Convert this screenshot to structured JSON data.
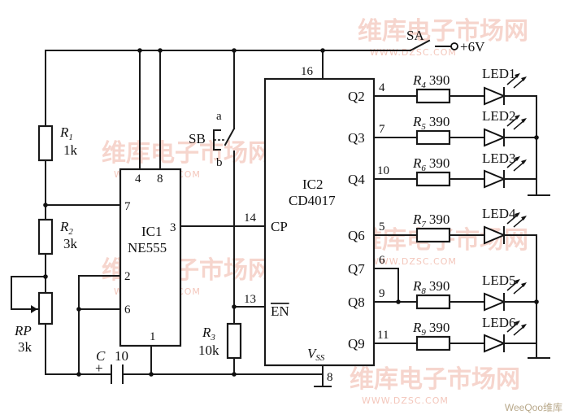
{
  "watermark": {
    "brand": "维库电子市场网",
    "url": "WWW.DZSC.COM",
    "corner": "WeeQoo维库"
  },
  "supply": {
    "switch": "SA",
    "voltage": "+6V"
  },
  "components": {
    "R1": {
      "ref": "R",
      "sub": "1",
      "value": "1k"
    },
    "R2": {
      "ref": "R",
      "sub": "2",
      "value": "3k"
    },
    "RP": {
      "ref": "RP",
      "value": "3k"
    },
    "R3": {
      "ref": "R",
      "sub": "3",
      "value": "10k"
    },
    "C": {
      "ref": "C",
      "value": "10",
      "polarity": "+"
    },
    "SB": {
      "ref": "SB",
      "pos_a": "a",
      "pos_b": "b"
    },
    "R4": {
      "ref": "R",
      "sub": "4",
      "value": "390"
    },
    "R5": {
      "ref": "R",
      "sub": "5",
      "value": "390"
    },
    "R6": {
      "ref": "R",
      "sub": "6",
      "value": "390"
    },
    "R7": {
      "ref": "R",
      "sub": "7",
      "value": "390"
    },
    "R8": {
      "ref": "R",
      "sub": "8",
      "value": "390"
    },
    "R9": {
      "ref": "R",
      "sub": "9",
      "value": "390"
    },
    "LED1": "LED1",
    "LED2": "LED2",
    "LED3": "LED3",
    "LED4": "LED4",
    "LED5": "LED5",
    "LED6": "LED6"
  },
  "ic1": {
    "name": "IC1",
    "part": "NE555",
    "pins": {
      "p4": "4",
      "p8": "8",
      "p7": "7",
      "p3": "3",
      "p2": "2",
      "p6": "6",
      "p1": "1"
    }
  },
  "ic2": {
    "name": "IC2",
    "part": "CD4017",
    "cp": "CP",
    "en": "EN",
    "vss": "V",
    "vss_sub": "SS",
    "pins": {
      "p16": "16",
      "p14": "14",
      "p13": "13",
      "p8": "8",
      "q2": "4",
      "q3": "7",
      "q4": "10",
      "q6": "5",
      "q7": "6",
      "q8": "9",
      "q9": "11"
    },
    "outputs": {
      "q2": "Q2",
      "q3": "Q3",
      "q4": "Q4",
      "q6": "Q6",
      "q7": "Q7",
      "q8": "Q8",
      "q9": "Q9"
    }
  }
}
